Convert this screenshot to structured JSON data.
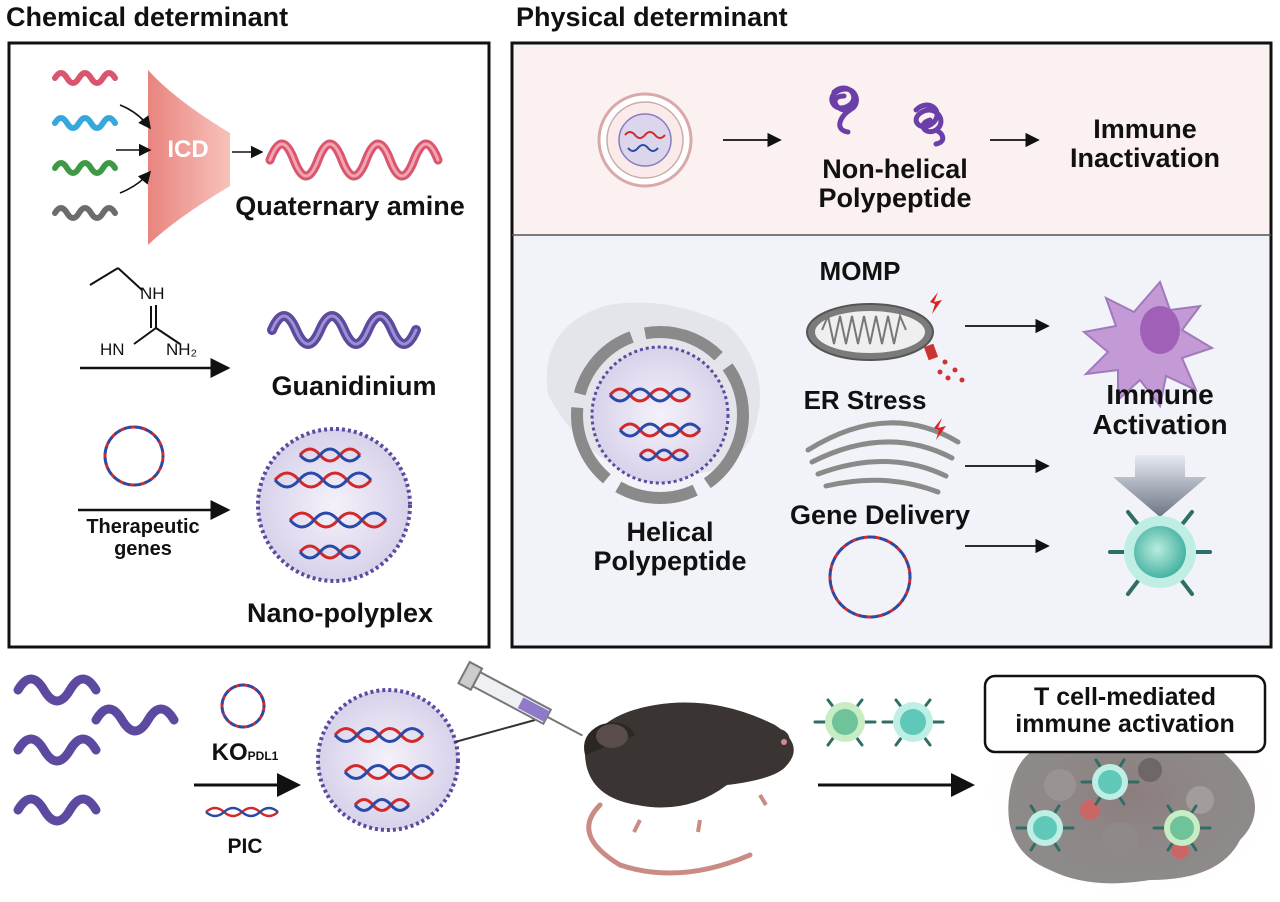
{
  "chemical": {
    "header": "Chemical determinant",
    "icd": "ICD",
    "quaternary": "Quaternary amine",
    "nh": "NH",
    "hn": "HN",
    "nh2": "NH₂",
    "guanidinium": "Guanidinium",
    "therapeutic_line1": "Therapeutic",
    "therapeutic_line2": "genes",
    "nanopolyplex": "Nano-polyplex"
  },
  "physical": {
    "header": "Physical determinant",
    "nonhelical_line1": "Non-helical",
    "nonhelical_line2": "Polypeptide",
    "inactivation_line1": "Immune",
    "inactivation_line2": "Inactivation",
    "momp": "MOMP",
    "er_stress": "ER Stress",
    "gene_delivery": "Gene Delivery",
    "helical_line1": "Helical",
    "helical_line2": "Polypeptide",
    "activation_line1": "Immune",
    "activation_line2": "Activation"
  },
  "bottom": {
    "ko": "KO",
    "ko_sub": "PDL1",
    "pic": "PIC",
    "tcell_line1": "T cell-mediated",
    "tcell_line2": "immune activation"
  },
  "colors": {
    "helix_pink": "#d9566e",
    "helix_blue": "#36a8dc",
    "helix_green": "#3f9a48",
    "helix_gray": "#6c6c6c",
    "helix_purple": "#6a53a8",
    "dna_red": "#d22a2a",
    "dna_blue": "#2a4aa8",
    "top_panel_bg": "#fcf1f1",
    "bottom_panel_bg": "#f1f3f8",
    "tcell": "#5fc8b8"
  }
}
